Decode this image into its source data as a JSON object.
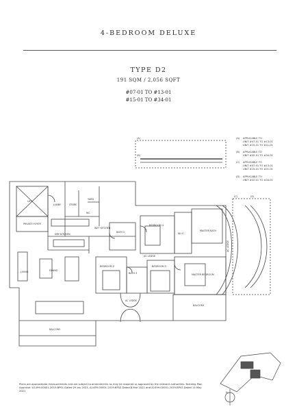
{
  "header": {
    "title": "4-BEDROOM DELUXE",
    "type": "TYPE D2",
    "area": "191 SQM / 2,056 SQFT",
    "units_line1": "#07-01 TO #13-01",
    "units_line2": "#15-01 TO #34-01"
  },
  "legend": [
    {
      "key": "(A)",
      "text1": "APPLICABLE TO",
      "text2": "UNIT #07-01 TO #13-01",
      "text3": "UNIT #15-01 TO #21-01"
    },
    {
      "key": "(B)",
      "text1": "APPLICABLE TO",
      "text2": "UNIT #22-01 TO #34-01",
      "text3": ""
    },
    {
      "key": "(C)",
      "text1": "APPLICABLE TO",
      "text2": "UNIT #07-01 TO #13-01",
      "text3": "UNIT #15-01 TO #21-01"
    },
    {
      "key": "(D)",
      "text1": "APPLICABLE TO",
      "text2": "UNIT #22-01 TO #34-01",
      "text3": ""
    }
  ],
  "plan_labels": {
    "lift": "LIFT",
    "private_foyer": "PRIVATE FOYER",
    "lobby": "LOBBY",
    "store": "STORE",
    "yard": "YARD",
    "wc": "WC",
    "wet_kitchen": "WET KITCHEN",
    "dry_kitchen": "DRY KITCHEN",
    "bath2": "BATH 2",
    "bedroom4": "BEDROOM 4",
    "wic": "W.I.C.",
    "master_bath": "MASTER BATH",
    "living": "LIVING",
    "dining": "DINING",
    "bedroom2": "BEDROOM 2",
    "bath3": "BATH 3",
    "bedroom3": "BEDROOM 3",
    "master_bedroom": "MASTER BEDROOM",
    "ac_ledge_1": "AC LEDGE",
    "ac_ledge_2": "AC LEDGE",
    "ac_ledge_3": "AC LEDGE",
    "balcony_1": "BALCONY",
    "balcony_2": "BALCONY",
    "tag_a": "(A)",
    "tag_b": "(B)",
    "tag_c": "(C)",
    "tag_d": "(D)",
    "north": "N"
  },
  "disclaimer": {
    "line1": "Plans are approximate measurements and are subject to amendments as may be required or approved by the relevant authorities. Building Plan",
    "line2": "Approval: A1499-00001-2019-BP01 Dated 29 Jan 2021, A1499-00001-2019-BP02 Dated 8 Mar 2021 and A1499-00001-2019-BP03 Dated 14 May 2021"
  }
}
